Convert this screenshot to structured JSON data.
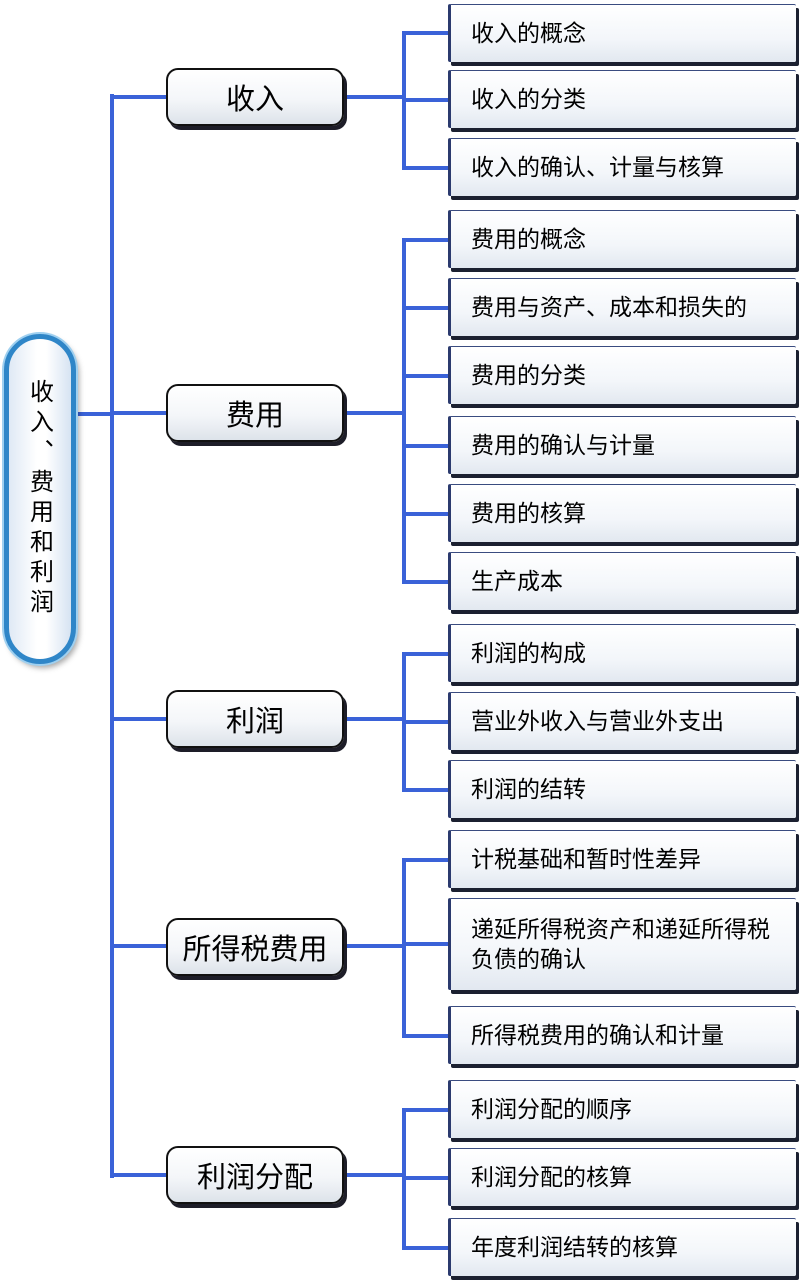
{
  "root": {
    "label": "收入、费用和利润"
  },
  "categories": [
    {
      "label": "收入",
      "items": [
        "收入的概念",
        "收入的分类",
        "收入的确认、计量与核算"
      ]
    },
    {
      "label": "费用",
      "items": [
        "费用的概念",
        "费用与资产、成本和损失的",
        "费用的分类",
        "费用的确认与计量",
        "费用的核算",
        "生产成本"
      ]
    },
    {
      "label": "利润",
      "items": [
        "利润的构成",
        "营业外收入与营业外支出",
        "利润的结转"
      ]
    },
    {
      "label": "所得税费用",
      "items": [
        "计税基础和暂时性差异",
        "递延所得税资产和递延所得税负债的确认",
        "所得税费用的确认和计量"
      ]
    },
    {
      "label": "利润分配",
      "items": [
        "利润分配的顺序",
        "利润分配的核算",
        "年度利润结转的核算"
      ]
    }
  ],
  "colors": {
    "connector": "#3a62d8",
    "root_border": "#2f86c8"
  }
}
